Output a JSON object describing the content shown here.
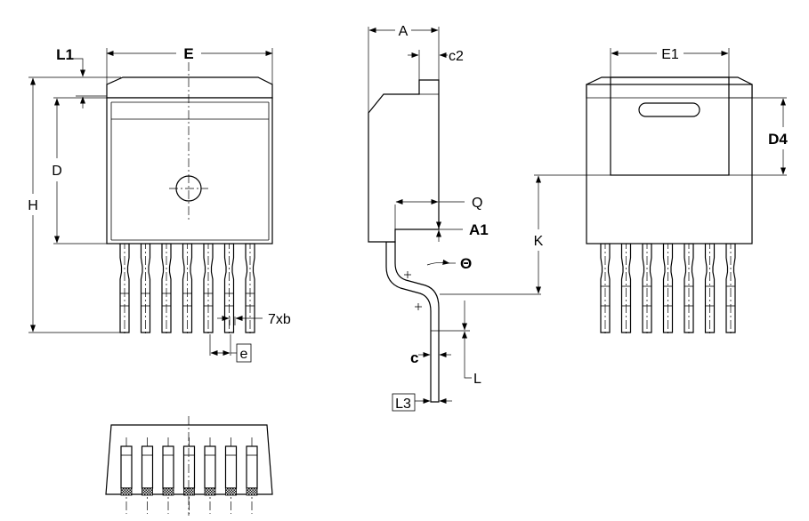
{
  "views": {
    "top": {
      "labels": {
        "L1": "L1",
        "E": "E",
        "D": "D",
        "H": "H",
        "lead_width": "7xb",
        "pitch": "e"
      }
    },
    "side": {
      "labels": {
        "A": "A",
        "c2": "c2",
        "Q": "Q",
        "A1": "A1",
        "theta": "Θ",
        "c": "c",
        "L": "L",
        "L3": "L3"
      }
    },
    "bottom": {
      "labels": {
        "E1": "E1",
        "D4": "D4",
        "K": "K"
      }
    },
    "end": {}
  },
  "lead_count": 7
}
